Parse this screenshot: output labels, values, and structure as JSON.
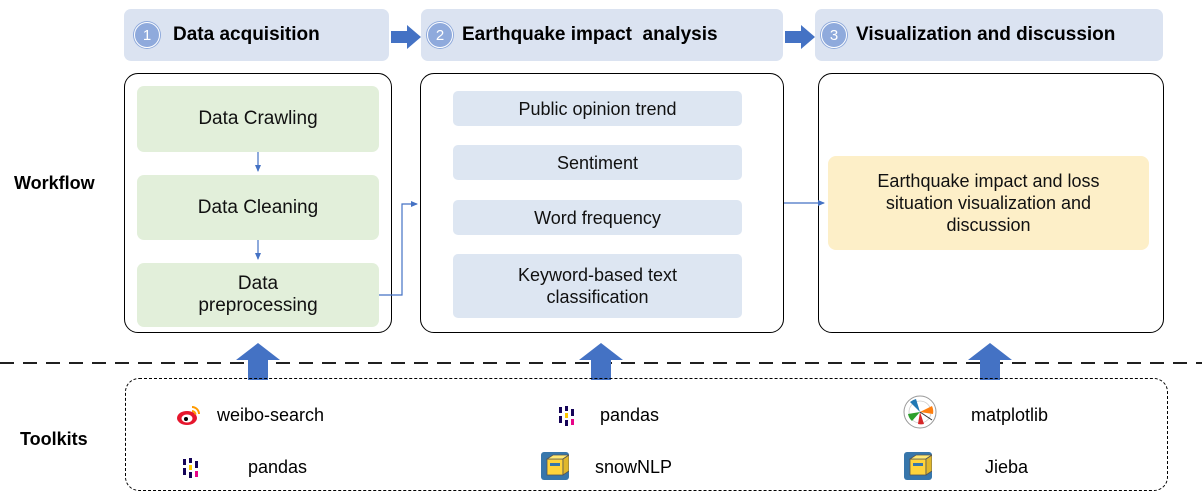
{
  "stages": [
    {
      "number": "1",
      "title": "Data acquisition"
    },
    {
      "number": "2",
      "title": "Earthquake impact  analysis"
    },
    {
      "number": "3",
      "title": "Visualization and discussion"
    }
  ],
  "row_labels": {
    "workflow": "Workflow",
    "toolkits": "Toolkits"
  },
  "acquisition_steps": [
    "Data Crawling",
    "Data Cleaning",
    "Data preprocessing"
  ],
  "analysis_items": [
    "Public opinion trend",
    "Sentiment",
    "Word frequency",
    "Keyword-based text classification"
  ],
  "discussion_item": "Earthquake impact and loss situation visualization and discussion",
  "toolkits": [
    {
      "name": "weibo-search",
      "icon": "weibo-icon"
    },
    {
      "name": "pandas",
      "icon": "pandas-icon"
    },
    {
      "name": "matplotlib",
      "icon": "matplotlib-icon"
    },
    {
      "name": "pandas",
      "icon": "pandas-icon"
    },
    {
      "name": "snowNLP",
      "icon": "python-package-icon"
    },
    {
      "name": "Jieba",
      "icon": "python-package-icon"
    }
  ],
  "colors": {
    "header_bg": "#dbe3f1",
    "badge": "#8faadc",
    "arrow": "#4472c4",
    "green_box": "#e2efda",
    "blue_box": "#dde6f2",
    "yellow_box": "#fdefc8"
  }
}
